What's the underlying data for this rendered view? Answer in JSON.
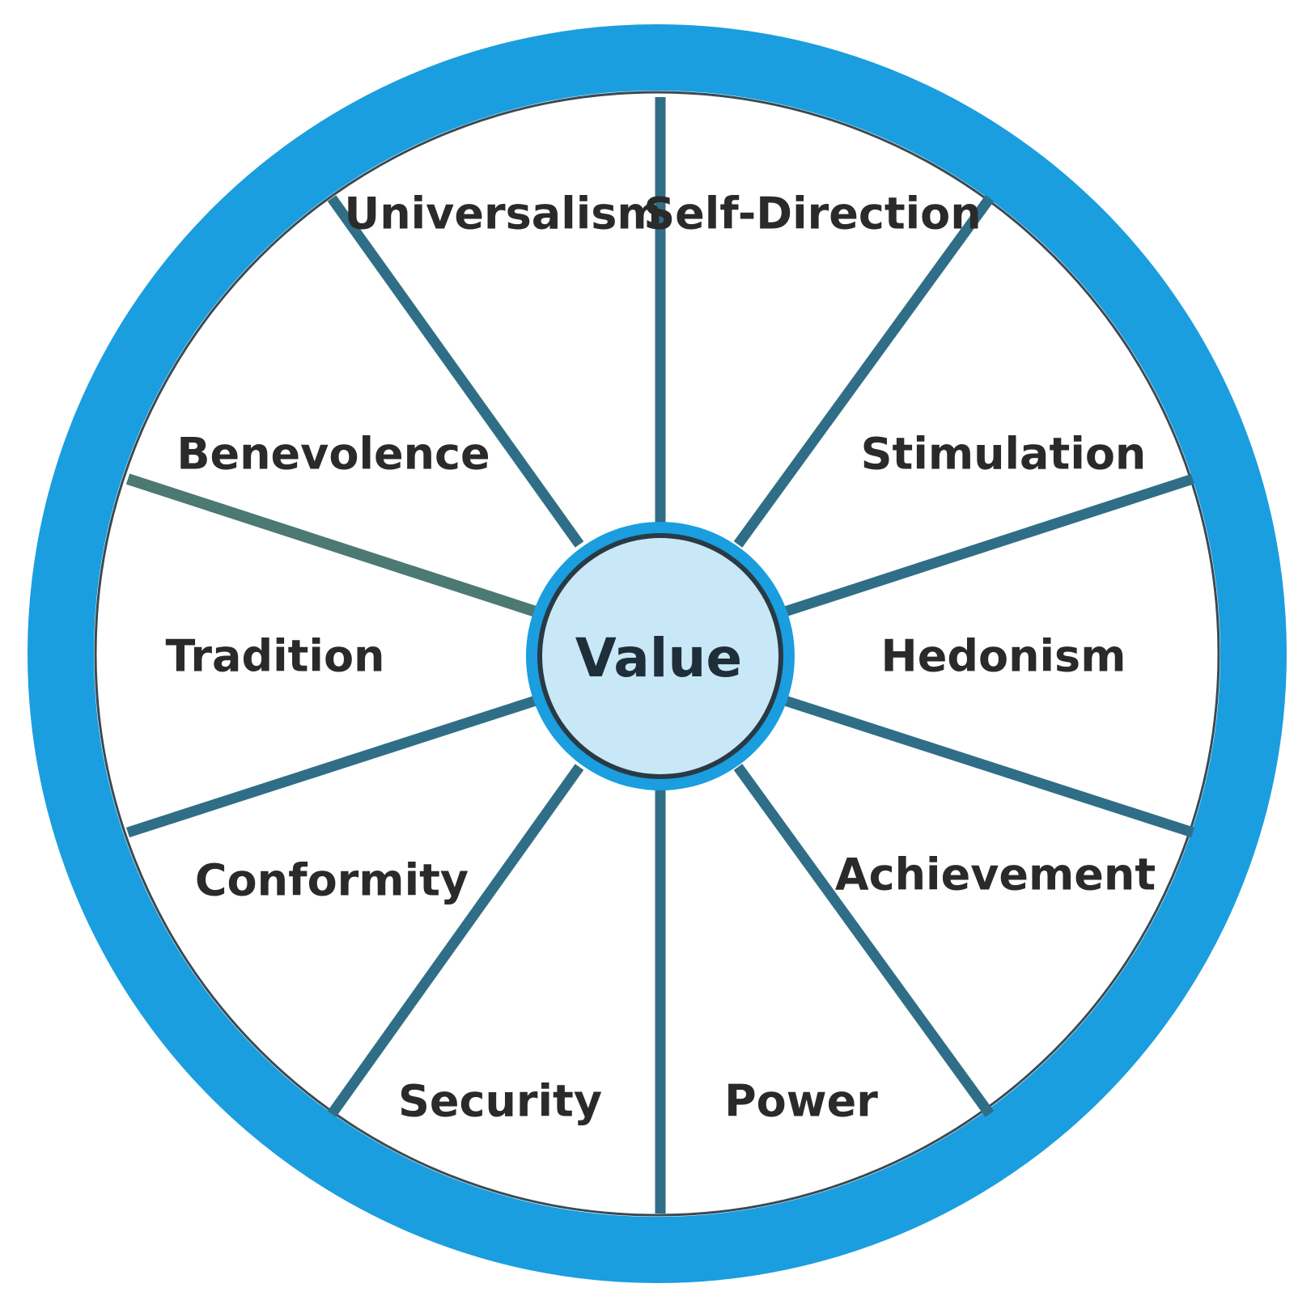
{
  "center": {
    "label": "Value"
  },
  "segments": [
    {
      "label": "Self-Direction"
    },
    {
      "label": "Stimulation"
    },
    {
      "label": "Hedonism"
    },
    {
      "label": "Achievement"
    },
    {
      "label": "Power"
    },
    {
      "label": "Security"
    },
    {
      "label": "Conformity"
    },
    {
      "label": "Tradition"
    },
    {
      "label": "Benevolence"
    },
    {
      "label": "Universalism"
    }
  ],
  "colors": {
    "outer_ring": "#1a9ee0",
    "spoke": "#2f6e86",
    "spoke_benevolence_tradition": "#4c7a72",
    "center_fill": "#c8e7f7",
    "center_border": "#1a9ee0",
    "text": "#2a2a2a"
  }
}
